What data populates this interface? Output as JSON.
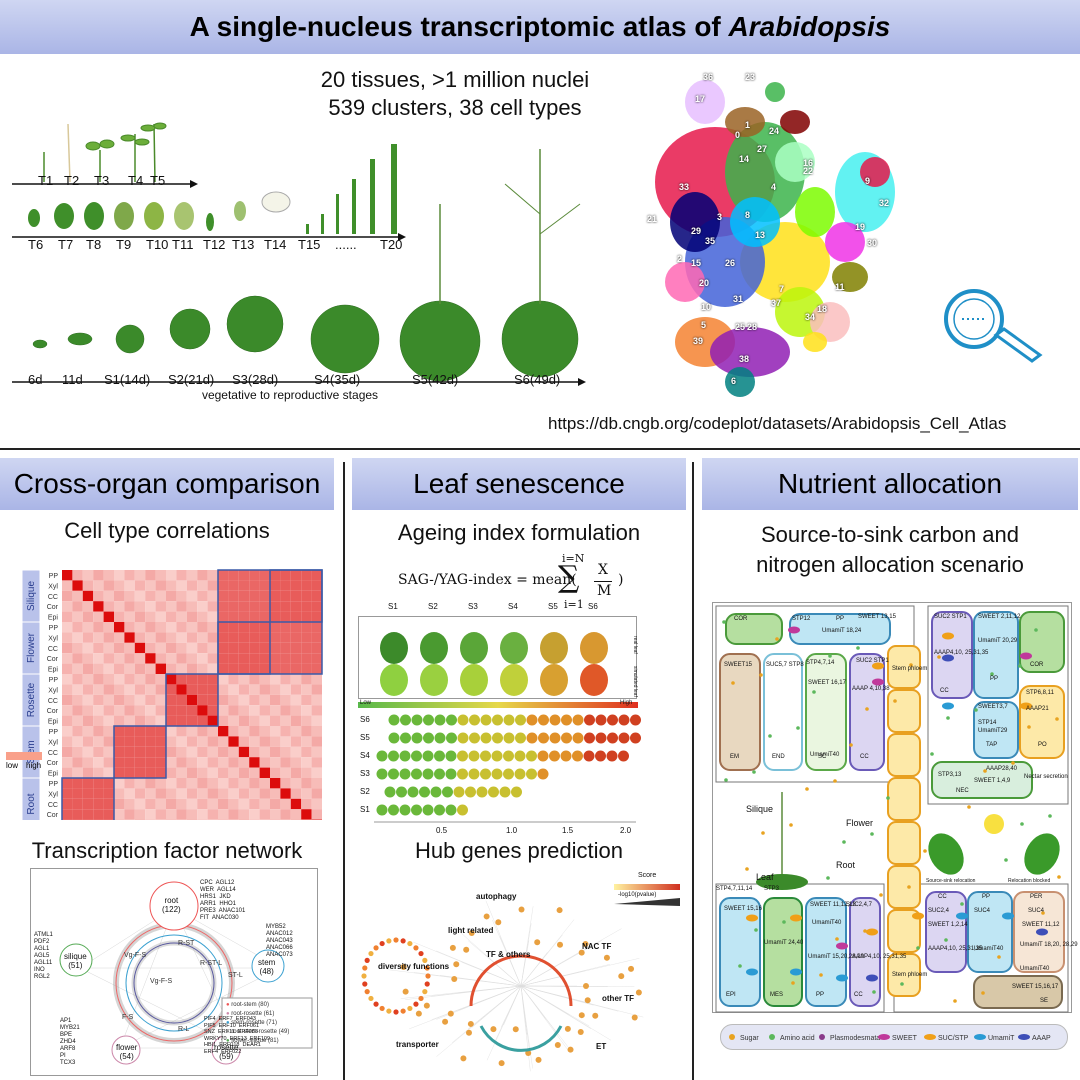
{
  "title_prefix": "A single-nucleus transcriptomic atlas of ",
  "title_italic": "Arabidopsis",
  "atlas": {
    "stats_line1": "20 tissues, >1 million nuclei",
    "stats_line2": "539 clusters, 38 cell types",
    "url": "https://db.cngb.org/codeplot/datasets/Arabidopsis_Cell_Atlas",
    "row1": [
      "T1",
      "T2",
      "T3",
      "T4",
      "T5"
    ],
    "row2": [
      "T6",
      "T7",
      "T8",
      "T9",
      "T10",
      "T11",
      "T12",
      "T13",
      "T14",
      "T15",
      "......",
      "T20"
    ],
    "row3": [
      "6d",
      "11d",
      "S1(14d)",
      "S2(21d)",
      "S3(28d)",
      "S4(35d)",
      "S5(42d)",
      "S6(49d)"
    ],
    "row3_caption": "vegetative to reproductive stages",
    "umap_labels": [
      "36",
      "23",
      "17",
      "0",
      "1",
      "14",
      "24",
      "27",
      "16",
      "22",
      "33",
      "4",
      "9",
      "32",
      "21",
      "3",
      "8",
      "19",
      "13",
      "30",
      "29",
      "2",
      "35",
      "15",
      "26",
      "20",
      "11",
      "10",
      "37",
      "7",
      "31",
      "5",
      "25",
      "28",
      "18",
      "34",
      "39",
      "38",
      "6"
    ],
    "umap_colors": [
      "#e6194b",
      "#3cb44b",
      "#ffe119",
      "#4363d8",
      "#f58231",
      "#911eb4",
      "#46f0f0",
      "#f032e6",
      "#bcf60c",
      "#fabebe",
      "#008080",
      "#e6beff",
      "#9a6324",
      "#800000",
      "#aaffc3",
      "#808000",
      "#000075",
      "#00bfff",
      "#ff69b4",
      "#7cfc00"
    ]
  },
  "cross_organ": {
    "header": "Cross-organ comparison",
    "subtitle": "Cell type correlations",
    "row_celltypes": [
      "PP",
      "Xyl",
      "CC",
      "Cor",
      "Epi"
    ],
    "organs": [
      "Root",
      "Stem",
      "Rosette",
      "Flower",
      "Silique"
    ],
    "legend_low": "low",
    "legend_high": "high",
    "tf_title": "Transcription factor network",
    "tf_nodes": {
      "root": "root\n(122)",
      "stem": "stem\n(48)",
      "silique": "silique\n(51)",
      "flower": "flower\n(54)",
      "rosette": "rosette\n(59)"
    },
    "tf_root_genes": "CPC  AGL12\nWER  AGL14\nHRS1  JKD\nARR1  HHO1\nPRE3  ANAC101\nFIT  ANAC030",
    "tf_stem_genes": "MYB52\nANAC012\nANAC043\nANAC066\nANAC073",
    "tf_silique_genes": "ATML1\nPDF2\nAGL1\nAGL5\nAGL11\nINO\nRGL2",
    "tf_flower_genes": "AP1\nMYB21\nBPE\nZHD4\nARF8\nPI\nTCX3",
    "tf_rosette_genes": "PIF4  ERF7  ERF043\nPIF5  ERF10  ERF061\nSNZ  ERF11  ERF088\nWRKY70  ERF13  ERF109\nHBI1  ERF018  DEAR1\nERF4  ERF022",
    "tf_ring": [
      "R-ST",
      "ST-L",
      "R-L",
      "F-S",
      "Vg-F-S",
      "R-ST-L",
      "Vg-F-S"
    ],
    "tf_legend": [
      "root-stem (80)",
      "root-rosette (61)",
      "stem-rosette (71)",
      "root-stem-rosette (49)",
      "flower-silique (81)"
    ]
  },
  "senescence": {
    "header": "Leaf senescence",
    "subtitle": "Ageing index formulation",
    "formula_lhs": "SAG-/YAG-index = mean(",
    "formula_sum_top": "i=N",
    "formula_sum_bot": "i=1",
    "formula_num": "X",
    "formula_den": "M",
    "formula_close": ")",
    "stages": [
      "S1",
      "S2",
      "S3",
      "S4",
      "S5",
      "S6"
    ],
    "real_label": "real leaf",
    "sim_label": "simulated leaf",
    "scale_low": "Low",
    "scale_high": "High",
    "bubble_rows": [
      "S6",
      "S5",
      "S4",
      "S3",
      "S2",
      "S1"
    ],
    "x_ticks": [
      "0.5",
      "1.0",
      "1.5",
      "2.0"
    ],
    "hub_title": "Hub genes prediction",
    "hub_labels": [
      "autophagy",
      "light related",
      "NAC TF",
      "diversity functions",
      "other TF",
      "ET",
      "transporter",
      "TF & others"
    ],
    "hub_score": "Score",
    "hub_pvalue": "-log10(pvalue)"
  },
  "nutrient": {
    "header": "Nutrient allocation",
    "subtitle": "Source-to-sink carbon and\nnitrogen allocation scenario",
    "cells_top": [
      "COR",
      "STP12",
      "PP",
      "SWEET 13,15",
      "UmamiT 18,24",
      "SWEET15",
      "SUC5,7 STP8",
      "STP4,7,14",
      "SWEET 16,17",
      "UmamiT40",
      "SUC2 STP1",
      "AAAP 4,10,38",
      "EM",
      "END",
      "SC",
      "CC",
      "Stem phloem"
    ],
    "cells_flower": [
      "SUC2 STP1",
      "SWEET 2,11,12",
      "AAAP4,10, 25,31,35",
      "UmamiT 20,29",
      "PP",
      "COR",
      "SWEET3,7",
      "STP6,8,11",
      "CC",
      "STP14",
      "UmamiT29",
      "AAAP21",
      "TAP",
      "PO",
      "AAAP28,40",
      "STP3,13",
      "SWEET 1,4,9",
      "NEC",
      "Nectar secretion"
    ],
    "cells_bottom": [
      "STP4,7,11,14",
      "STP3",
      "SWEET 15,16",
      "SWEET 11,12,13",
      "SUC2,4,7",
      "UmamiT40",
      "UmamiT 24,40",
      "UmamiT 15,20,28,29",
      "AAAP4,10, 25,31,35",
      "EPI",
      "MES",
      "PP",
      "CC",
      "Stem phloem"
    ],
    "cells_bottom_right": [
      "CC",
      "PP",
      "PER",
      "SUC2,4",
      "SUC4",
      "SUC4",
      "SWEET 1,2,14",
      "SWEET 11,12",
      "AAAP4,10, 25,31,35",
      "UmamiT40",
      "UmamiT 18,20, 28,29",
      "UmamiT40",
      "SWEET 15,16,17",
      "SE"
    ],
    "organ_labels": [
      "Silique",
      "Flower",
      "Root",
      "Leaf"
    ],
    "relocation": [
      "Source-sink relocation",
      "Relocation blocked"
    ],
    "legend": [
      "Sugar",
      "Amino acid",
      "Plasmodesmata",
      "SWEET",
      "SUC/STP",
      "UmamiT",
      "AAAP"
    ],
    "colors": {
      "sugar": "#e8a320",
      "amino": "#5cb85c",
      "sweet": "#c0399b",
      "suc": "#f0a018",
      "umamit": "#2a9bd4",
      "aaap": "#3e4fb8"
    }
  }
}
